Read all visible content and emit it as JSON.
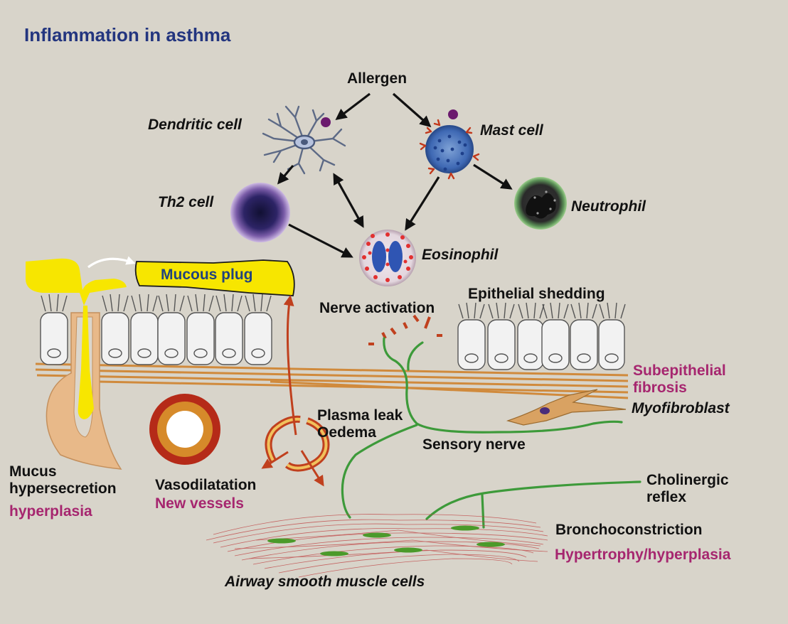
{
  "title": "Inflammation in asthma",
  "cells": {
    "allergen": "Allergen",
    "dendritic": "Dendritic cell",
    "mast": "Mast cell",
    "th2": "Th2 cell",
    "neutrophil": "Neutrophil",
    "eosinophil": "Eosinophil",
    "myofibroblast": "Myofibroblast",
    "smooth_muscle": "Airway smooth muscle cells"
  },
  "processes": {
    "mucous_plug": "Mucous plug",
    "nerve_activation": "Nerve activation",
    "epithelial_shedding": "Epithelial shedding",
    "subepithelial_fibrosis": [
      "Subepithelial",
      "fibrosis"
    ],
    "plasma_leak": [
      "Plasma leak",
      "Oedema"
    ],
    "sensory_nerve": "Sensory nerve",
    "cholinergic_reflex": [
      "Cholinergic",
      "reflex"
    ],
    "mucus": [
      "Mucus",
      "hypersecretion"
    ],
    "mucus_extra": "hyperplasia",
    "vasodilatation": "Vasodilatation",
    "new_vessels": "New vessels",
    "bronchoconstriction": "Bronchoconstriction",
    "hypertrophy": "Hypertrophy/hyperplasia"
  },
  "colors": {
    "background": "#d8d4ca",
    "title": "#23357f",
    "highlight": "#a6266f",
    "nerve": "#3d9a3a",
    "fibrosis": "#d08a3c",
    "mucus": "#f7e600",
    "vessel_arrow": "#c0401e"
  }
}
